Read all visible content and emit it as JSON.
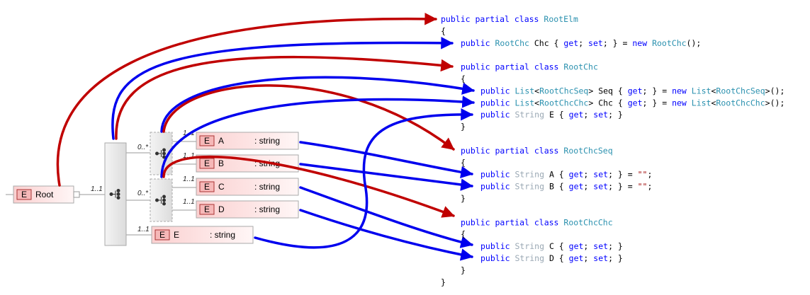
{
  "schema": {
    "root": {
      "label": "Root",
      "badge": "E",
      "multiplicity": "1..1"
    },
    "sequence_multiplicity": "1..1",
    "choice_groups": [
      {
        "multiplicity": "0..*",
        "elements": [
          {
            "badge": "E",
            "name": "A",
            "type": ": string",
            "multiplicity": "1..1"
          },
          {
            "badge": "E",
            "name": "B",
            "type": ": string",
            "multiplicity": "1..1"
          }
        ]
      },
      {
        "multiplicity": "0..*",
        "elements": [
          {
            "badge": "E",
            "name": "C",
            "type": ": string",
            "multiplicity": "1..1"
          },
          {
            "badge": "E",
            "name": "D",
            "type": ": string",
            "multiplicity": "1..1"
          }
        ]
      }
    ],
    "element_e": {
      "badge": "E",
      "name": "E",
      "type": ": string",
      "multiplicity": "1..1"
    }
  },
  "code_lines": [
    {
      "indent": 0,
      "tokens": [
        [
          "kw",
          "public partial class "
        ],
        [
          "ty",
          "RootElm"
        ]
      ]
    },
    {
      "indent": 0,
      "tokens": [
        [
          "pl",
          "{"
        ]
      ]
    },
    {
      "indent": 1,
      "tokens": [
        [
          "kw",
          "public "
        ],
        [
          "ty",
          "RootChc"
        ],
        [
          "pl",
          " Chc { "
        ],
        [
          "kw",
          "get"
        ],
        [
          "pl",
          "; "
        ],
        [
          "kw",
          "set"
        ],
        [
          "pl",
          "; } = "
        ],
        [
          "kw",
          "new "
        ],
        [
          "ty",
          "RootChc"
        ],
        [
          "pl",
          "();"
        ]
      ]
    },
    {
      "indent": 1,
      "tokens": []
    },
    {
      "indent": 1,
      "tokens": [
        [
          "kw",
          "public partial class "
        ],
        [
          "ty",
          "RootChc"
        ]
      ]
    },
    {
      "indent": 1,
      "tokens": [
        [
          "pl",
          "{"
        ]
      ]
    },
    {
      "indent": 2,
      "tokens": [
        [
          "kw",
          "public "
        ],
        [
          "ty",
          "List"
        ],
        [
          "pl",
          "<"
        ],
        [
          "ty",
          "RootChcSeq"
        ],
        [
          "pl",
          "> Seq { "
        ],
        [
          "kw",
          "get"
        ],
        [
          "pl",
          "; } = "
        ],
        [
          "kw",
          "new "
        ],
        [
          "ty",
          "List"
        ],
        [
          "pl",
          "<"
        ],
        [
          "ty",
          "RootChcSeq"
        ],
        [
          "pl",
          ">();"
        ]
      ]
    },
    {
      "indent": 2,
      "tokens": [
        [
          "kw",
          "public "
        ],
        [
          "ty",
          "List"
        ],
        [
          "pl",
          "<"
        ],
        [
          "ty",
          "RootChcChc"
        ],
        [
          "pl",
          "> Chc { "
        ],
        [
          "kw",
          "get"
        ],
        [
          "pl",
          "; } = "
        ],
        [
          "kw",
          "new "
        ],
        [
          "ty",
          "List"
        ],
        [
          "pl",
          "<"
        ],
        [
          "ty",
          "RootChcChc"
        ],
        [
          "pl",
          ">();"
        ]
      ]
    },
    {
      "indent": 2,
      "tokens": [
        [
          "kw",
          "public "
        ],
        [
          "st",
          "String"
        ],
        [
          "pl",
          " E { "
        ],
        [
          "kw",
          "get"
        ],
        [
          "pl",
          "; "
        ],
        [
          "kw",
          "set"
        ],
        [
          "pl",
          "; }"
        ]
      ]
    },
    {
      "indent": 1,
      "tokens": [
        [
          "pl",
          "}"
        ]
      ]
    },
    {
      "indent": 1,
      "tokens": []
    },
    {
      "indent": 1,
      "tokens": [
        [
          "kw",
          "public partial class "
        ],
        [
          "ty",
          "RootChcSeq"
        ]
      ]
    },
    {
      "indent": 1,
      "tokens": [
        [
          "pl",
          "{"
        ]
      ]
    },
    {
      "indent": 2,
      "tokens": [
        [
          "kw",
          "public "
        ],
        [
          "st",
          "String"
        ],
        [
          "pl",
          " A { "
        ],
        [
          "kw",
          "get"
        ],
        [
          "pl",
          "; "
        ],
        [
          "kw",
          "set"
        ],
        [
          "pl",
          "; } = "
        ],
        [
          "str",
          "\"\""
        ],
        [
          "pl",
          ";"
        ]
      ]
    },
    {
      "indent": 2,
      "tokens": [
        [
          "kw",
          "public "
        ],
        [
          "st",
          "String"
        ],
        [
          "pl",
          " B { "
        ],
        [
          "kw",
          "get"
        ],
        [
          "pl",
          "; "
        ],
        [
          "kw",
          "set"
        ],
        [
          "pl",
          "; } = "
        ],
        [
          "str",
          "\"\""
        ],
        [
          "pl",
          ";"
        ]
      ]
    },
    {
      "indent": 1,
      "tokens": [
        [
          "pl",
          "}"
        ]
      ]
    },
    {
      "indent": 1,
      "tokens": []
    },
    {
      "indent": 1,
      "tokens": [
        [
          "kw",
          "public partial class "
        ],
        [
          "ty",
          "RootChcChc"
        ]
      ]
    },
    {
      "indent": 1,
      "tokens": [
        [
          "pl",
          "{"
        ]
      ]
    },
    {
      "indent": 2,
      "tokens": [
        [
          "kw",
          "public "
        ],
        [
          "st",
          "String"
        ],
        [
          "pl",
          " C { "
        ],
        [
          "kw",
          "get"
        ],
        [
          "pl",
          "; "
        ],
        [
          "kw",
          "set"
        ],
        [
          "pl",
          "; }"
        ]
      ]
    },
    {
      "indent": 2,
      "tokens": [
        [
          "kw",
          "public "
        ],
        [
          "st",
          "String"
        ],
        [
          "pl",
          " D { "
        ],
        [
          "kw",
          "get"
        ],
        [
          "pl",
          "; "
        ],
        [
          "kw",
          "set"
        ],
        [
          "pl",
          "; }"
        ]
      ]
    },
    {
      "indent": 1,
      "tokens": [
        [
          "pl",
          "}"
        ]
      ]
    },
    {
      "indent": 0,
      "tokens": [
        [
          "pl",
          "}"
        ]
      ]
    }
  ],
  "colors": {
    "class_arrow": "#c00000",
    "property_arrow": "#0000ee",
    "element_fill": "#fde4e4"
  }
}
